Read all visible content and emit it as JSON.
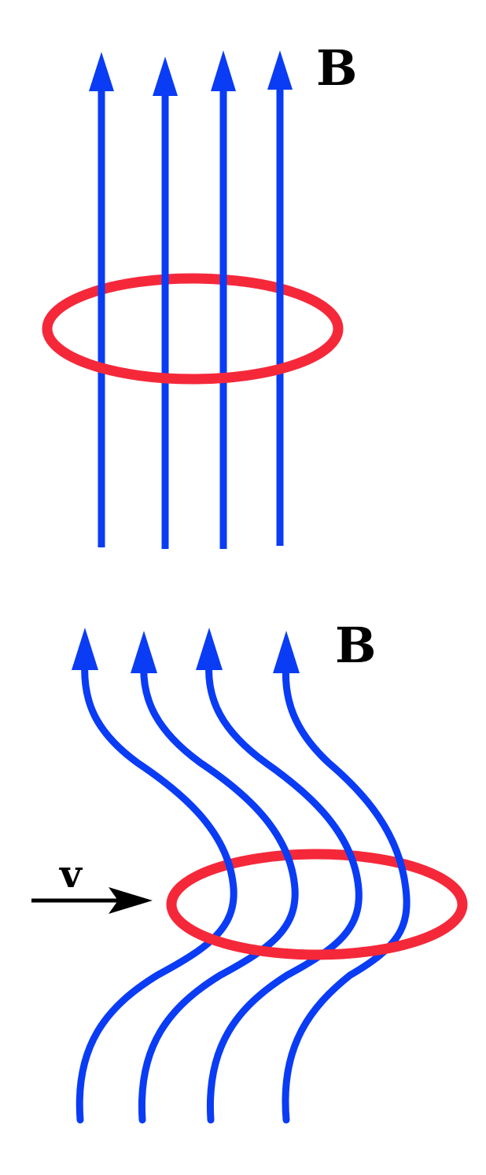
{
  "panels": [
    {
      "label": "B",
      "colors": {
        "field_line": "#0a3cf5",
        "loop": "#f5283a"
      }
    },
    {
      "label": "B",
      "velocity_label": "v",
      "colors": {
        "field_line": "#0a3cf5",
        "loop": "#f5283a",
        "arrow": "#000000"
      }
    }
  ]
}
